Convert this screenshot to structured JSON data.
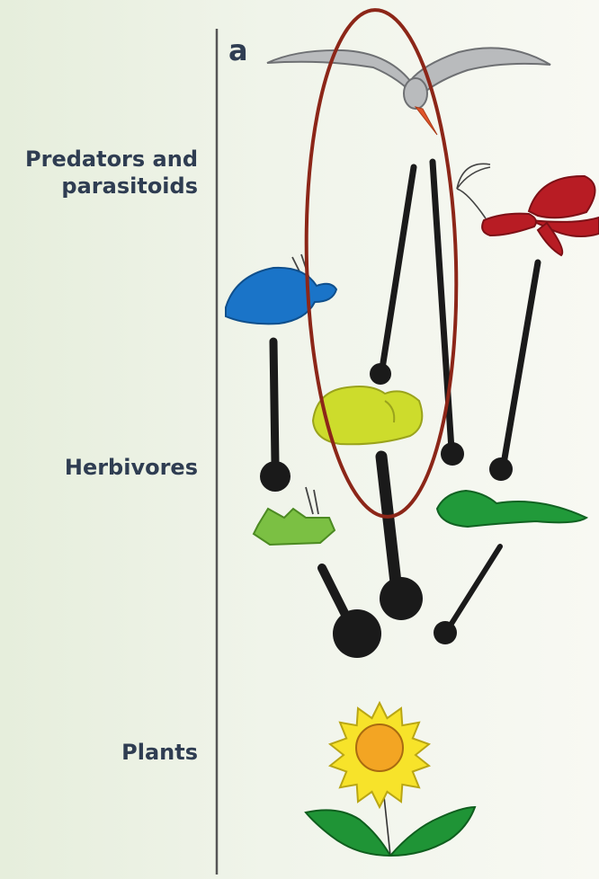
{
  "panel_letter": "a",
  "levels": {
    "predators": "Predators and parasitoids",
    "herbivores": "Herbivores",
    "plants": "Plants"
  },
  "colors": {
    "axis": "#555555",
    "bird": "#b9bbbd",
    "bird_beak": "#e0552a",
    "parasitoid": "#b81c24",
    "blue_predator": "#1a74c8",
    "yellow_herbivore": "#cddc2c",
    "light_green_herbivore": "#7bc043",
    "dark_green_herbivore": "#219a3a",
    "sunflower_petals": "#f7e32a",
    "sunflower_center": "#f3a523",
    "leaves": "#1f9436",
    "highlight_ellipse": "#8c2618",
    "links": "#1a1a1a"
  }
}
